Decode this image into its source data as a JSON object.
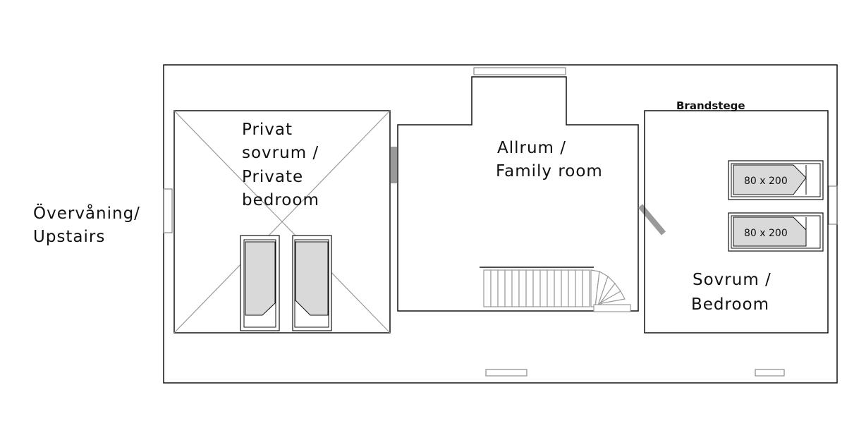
{
  "floor_label": {
    "line1": "Övervåning/",
    "line2": "Upstairs"
  },
  "rooms": {
    "private": {
      "line1": "Privat",
      "line2": "sovrum /",
      "line3": "Private",
      "line4": "bedroom"
    },
    "family": {
      "line1": "Allrum /",
      "line2": "Family room"
    },
    "bedroom": {
      "line1": "Sovrum /",
      "line2": "Bedroom"
    }
  },
  "fire_escape_label": "Brandstege",
  "bed_sizes": [
    "80 x 200",
    "80 x 200"
  ],
  "colors": {
    "line": "#111111",
    "fill": "#d9d9d9",
    "door": "#9a9a9a",
    "window": "#8a8a8a"
  }
}
